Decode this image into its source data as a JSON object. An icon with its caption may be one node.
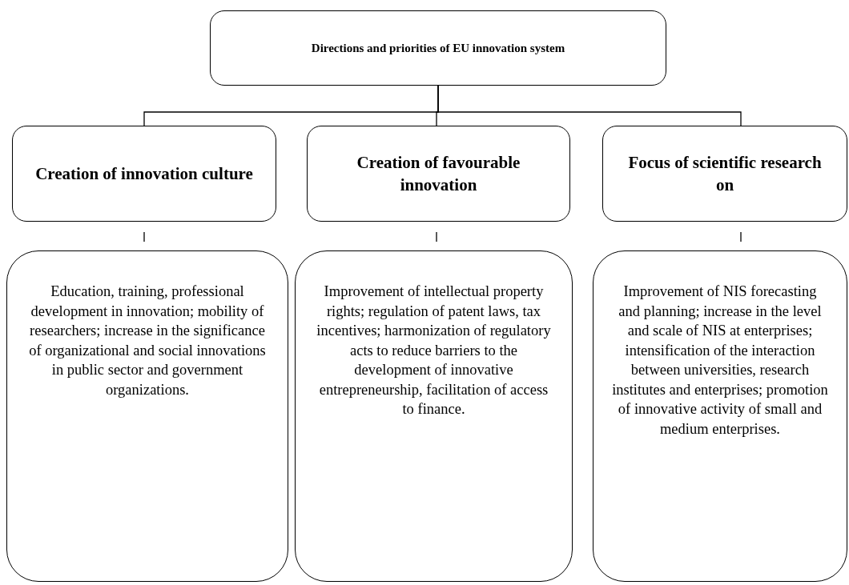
{
  "diagram": {
    "nodes": [
      {
        "text": [
          "Directions and priorities of EU innovation system"
        ]
      },
      {
        "text": [
          "Creation of innovation culture"
        ]
      },
      {
        "text": [
          "Creation of favourable innovation"
        ]
      },
      {
        "text": [
          "Focus of scientific research on"
        ]
      },
      {
        "text": [
          "Education, training, professional development in innovation; mobility of researchers; increase in the significance of organizational and social innovations in public sector and government organizations."
        ]
      },
      {
        "text": [
          "Improvement of intellectual property rights; regulation of patent laws, tax incentives; harmonization of regulatory acts to reduce barriers to the development of innovative entrepreneurship, facilitation of access to finance."
        ]
      },
      {
        "text": [
          "Improvement of NIS forecasting and planning; increase in the level and scale of NIS at enterprises; intensification of the interaction between universities, research institutes and enterprises; promotion of innovative activity of small and medium enterprises."
        ]
      }
    ],
    "edges": [
      {
        "from": 0,
        "to": 1,
        "arrow": "none"
      },
      {
        "from": 0,
        "to": 2,
        "arrow": "none"
      },
      {
        "from": 0,
        "to": 3,
        "arrow": "none"
      },
      {
        "from": 1,
        "to": 4,
        "arrow": "none"
      },
      {
        "from": 2,
        "to": 5,
        "arrow": "none"
      },
      {
        "from": 3,
        "to": 6,
        "arrow": "none"
      }
    ]
  }
}
